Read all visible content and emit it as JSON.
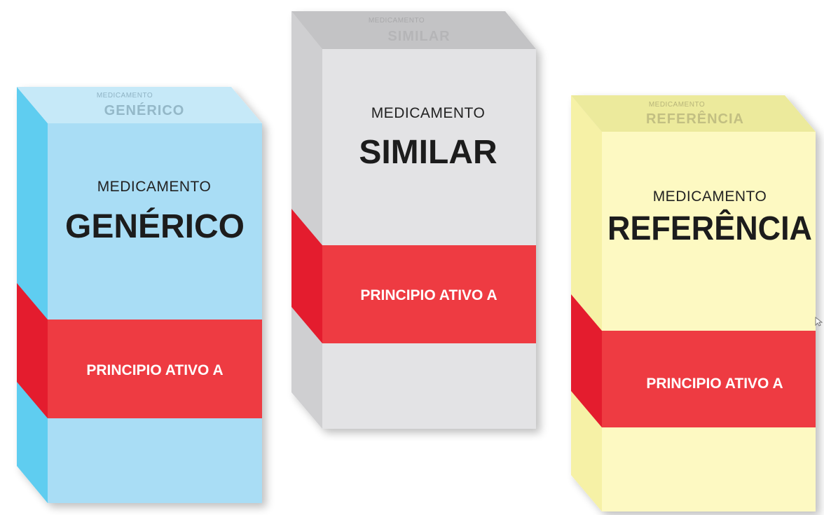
{
  "boxes": [
    {
      "id": "generico",
      "top_small": "MEDICAMENTO",
      "top_big": "GENÉRICO",
      "front_small": "MEDICAMENTO",
      "front_big": "GENÉRICO",
      "band_label": "PRINCIPIO ATIVO A",
      "colors": {
        "front": "#a9ddf5",
        "side": "#5fcdf0",
        "top": "#c6e9f8",
        "band": "#ee3a43",
        "band_side": "#e41d2e"
      }
    },
    {
      "id": "similar",
      "top_small": "MEDICAMENTO",
      "top_big": "SIMILAR",
      "front_small": "MEDICAMENTO",
      "front_big": "SIMILAR",
      "band_label": "PRINCIPIO ATIVO A",
      "colors": {
        "front": "#e3e3e5",
        "side": "#cfcfd1",
        "top": "#c3c3c5",
        "band": "#ee3a43",
        "band_side": "#e41d2e"
      }
    },
    {
      "id": "referencia",
      "top_small": "MEDICAMENTO",
      "top_big": "REFERÊNCIA",
      "front_small": "MEDICAMENTO",
      "front_big": "REFERÊNCIA",
      "band_label": "PRINCIPIO ATIVO A",
      "colors": {
        "front": "#fdf9c2",
        "side": "#f6f1a6",
        "top": "#ecea9c",
        "band": "#ee3a43",
        "band_side": "#e41d2e"
      }
    }
  ]
}
